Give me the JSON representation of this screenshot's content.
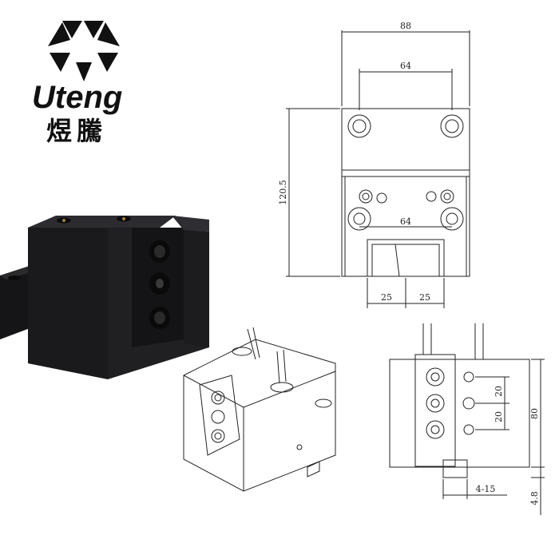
{
  "brand": {
    "name_latin": "Uteng",
    "name_cjk": "煜騰",
    "logo_icon": "hexagon-triangles-logo"
  },
  "top_drawing": {
    "dims": {
      "width_overall": "88",
      "hole_spacing_top": "64",
      "height_overall": "120.5",
      "hole_spacing_bottom": "64",
      "slot_left": "25",
      "slot_right": "25"
    }
  },
  "side_drawing": {
    "dims": {
      "spacing_upper": "20",
      "spacing_lower": "20",
      "height_overall": "80",
      "key_width": "4-15",
      "key_height": "4.8"
    }
  },
  "colors": {
    "body_black": "#1a1a1c",
    "line": "#222222"
  }
}
